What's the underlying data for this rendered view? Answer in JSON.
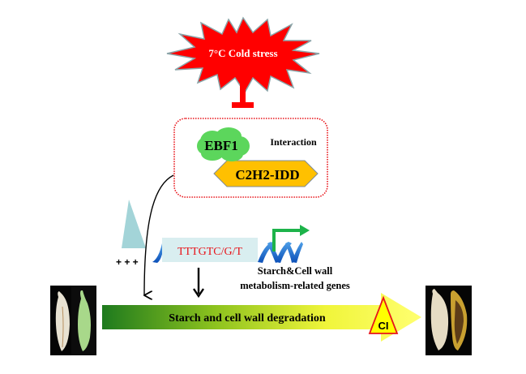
{
  "stress": {
    "label": "7°C Cold stress",
    "color": "#ff0000"
  },
  "complex": {
    "protein_a": "EBF1",
    "protein_b": "C2H2-IDD",
    "interaction_label": "Interaction",
    "protein_a_color": "#5cd65c",
    "protein_b_color": "#ffc000"
  },
  "promoter": {
    "motif": "TTTGTC/G/T",
    "motif_color": "#e8141a",
    "expression_marks": "+ + +"
  },
  "genes": {
    "label_line1": "Starch&Cell wall",
    "label_line2": "metabolism-related genes"
  },
  "process": {
    "label": "Starch and cell wall degradation",
    "gradient_start": "#1e7a1e",
    "gradient_end": "#ffff66"
  },
  "outcome": {
    "label": "CI"
  },
  "images": {
    "before": "banana-fruit-before-cold-storage",
    "after": "banana-fruit-chilling-injury"
  }
}
